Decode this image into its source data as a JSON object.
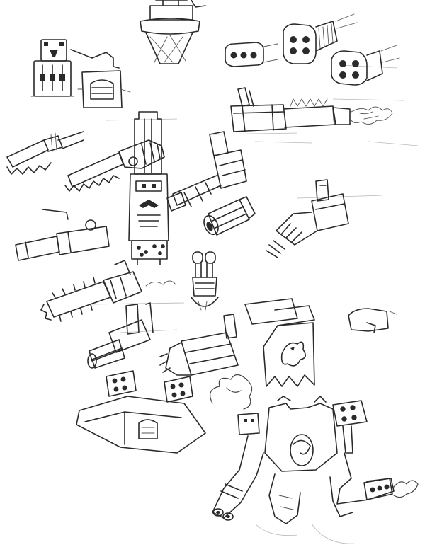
{
  "sheet": {
    "background": "#ffffff",
    "ink_color": "#2a2a2a"
  },
  "sketches": [
    "pedestal-turret",
    "multi-barrel-launcher",
    "missile-pod-left",
    "missile-pod-center",
    "missile-pod-right",
    "bunker-tower",
    "claw-arm-left",
    "chainsword-arm",
    "titan-torso",
    "cannon-arm-right",
    "heavy-cannon",
    "gatling-barrel",
    "fist-arm",
    "tooth-blade-arm",
    "twin-barrel-arm",
    "power-fist-arm",
    "banner-with-wolf",
    "small-shoulder-piece",
    "twin-launcher-hull",
    "warlord-titan-body"
  ]
}
